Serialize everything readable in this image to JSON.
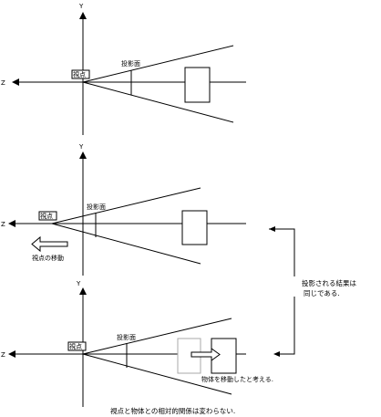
{
  "axes": {
    "y_label": "Y",
    "z_label": "Z"
  },
  "panels": [
    {
      "viewpoint_label": "視点",
      "projection_plane_label": "投影面"
    },
    {
      "viewpoint_label": "視点",
      "projection_plane_label": "投影面",
      "move_label": "視点の移動"
    },
    {
      "viewpoint_label": "視点",
      "projection_plane_label": "投影面",
      "object_move_label": "物体を移動したと考える."
    }
  ],
  "side_note": [
    "投影される結果は",
    "同じである."
  ],
  "caption": "視点と物体との相対的関係は変わらない."
}
